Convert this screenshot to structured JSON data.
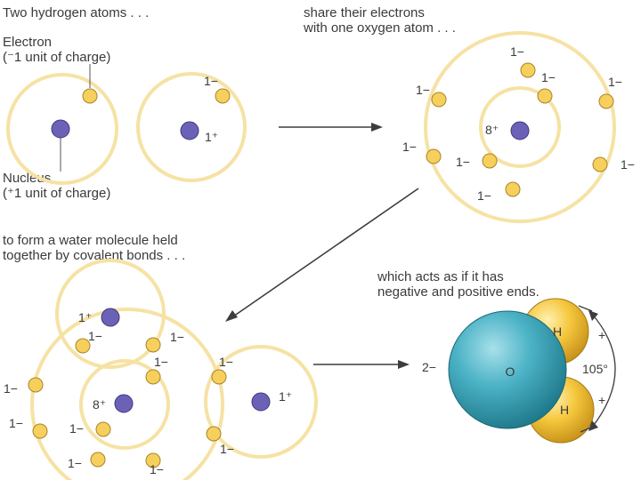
{
  "captions": {
    "panel1": "Two hydrogen atoms . . .",
    "panel2_line1": "share their electrons",
    "panel2_line2": "with one oxygen atom . . .",
    "panel3_line1": "to form a water molecule held",
    "panel3_line2": "together by covalent bonds . . .",
    "panel4_line1": "which acts as if it has",
    "panel4_line2": "negative and positive ends."
  },
  "callouts": {
    "electron_title": "Electron",
    "electron_detail": "(⁻1 unit of charge)",
    "nucleus_title": "Nucleus",
    "nucleus_detail": "(⁺1 unit of charge)"
  },
  "charges": {
    "electron": "1−",
    "hydrogen_nucleus": "1⁺",
    "oxygen_nucleus": "8⁺"
  },
  "water_model": {
    "oxygen_label": "O",
    "hydrogen_label": "H",
    "negative_end": "2−",
    "positive_end": "+",
    "bond_angle": "105°"
  },
  "colors": {
    "shell": "#f6e2a4",
    "electron": "#f7cf5c",
    "nucleus": "#6b62b8",
    "oxygen_sphere": "#3fa7bb",
    "hydrogen_sphere": "#f5c63c"
  }
}
